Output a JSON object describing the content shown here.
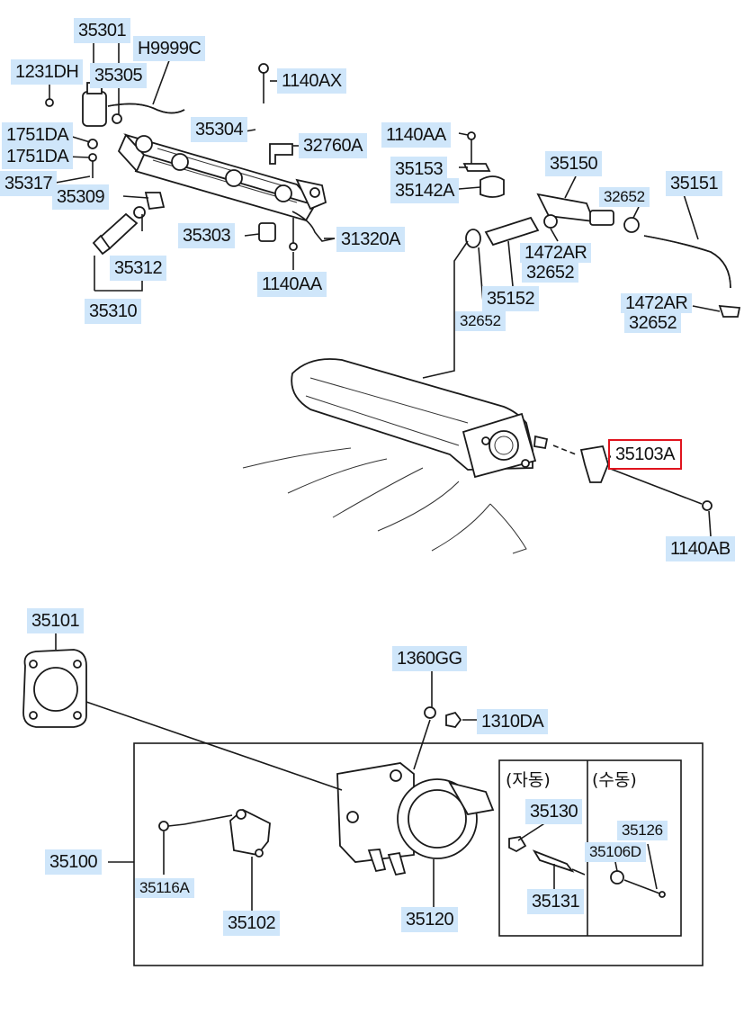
{
  "labels": {
    "p35301": "35301",
    "h9999c": "H9999C",
    "p1231dh": "1231DH",
    "p35305": "35305",
    "p1140ax": "1140AX",
    "p35304": "35304",
    "p1751da_a": "1751DA",
    "p1751da_b": "1751DA",
    "p32760a": "32760A",
    "p35317": "35317",
    "p35309": "35309",
    "p35303": "35303",
    "p31320a": "31320A",
    "p35312": "35312",
    "p1140aa_a": "1140AA",
    "p35310": "35310",
    "p1140aa_b": "1140AA",
    "p35153": "35153",
    "p35142a": "35142A",
    "p35150": "35150",
    "p32652_a": "32652",
    "p35151": "35151",
    "p1472ar_a": "1472AR",
    "p32652_b": "32652",
    "p35152": "35152",
    "p32652_c": "32652",
    "p1472ar_b": "1472AR",
    "p32652_d": "32652",
    "p35103a": "35103A",
    "p1140ab": "1140AB",
    "p35101": "35101",
    "p1360gg": "1360GG",
    "p1310da": "1310DA",
    "p35100": "35100",
    "p35116a": "35116A",
    "p35102": "35102",
    "p35120": "35120",
    "p35130": "35130",
    "p35131": "35131",
    "p35126": "35126",
    "p35106d": "35106D"
  },
  "variant_headers": {
    "auto": "(자동)",
    "manual": "(수동)"
  },
  "selected_part": "35103A",
  "colors": {
    "label_background": "#cfe6fa",
    "selection_outline": "#e0141e",
    "line_art": "#1a1a1a"
  }
}
